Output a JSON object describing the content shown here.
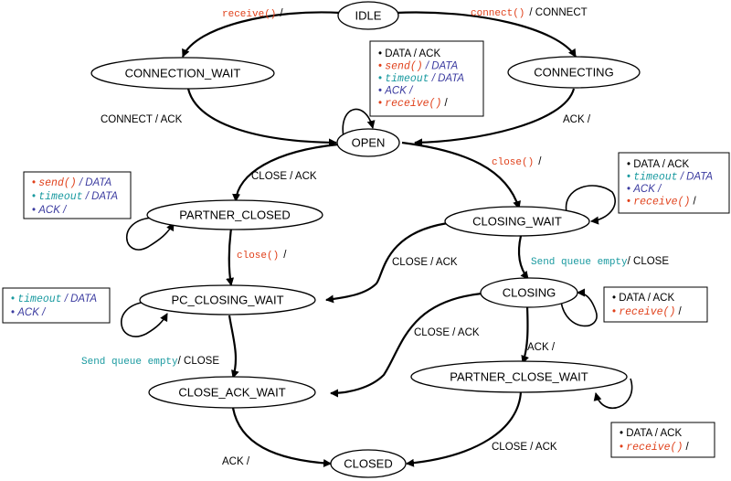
{
  "colors": {
    "red": "#e0401a",
    "blue": "#3c3ca0",
    "teal": "#1a9aa0",
    "black": "#000000"
  },
  "states": {
    "idle": "IDLE",
    "connection_wait": "CONNECTION_WAIT",
    "connecting": "CONNECTING",
    "open": "OPEN",
    "partner_closed": "PARTNER_CLOSED",
    "closing_wait": "CLOSING_WAIT",
    "pc_closing_wait": "PC_CLOSING_WAIT",
    "closing": "CLOSING",
    "close_ack_wait": "CLOSE_ACK_WAIT",
    "partner_close_wait": "PARTNER_CLOSE_WAIT",
    "closed": "CLOSED"
  },
  "transitions": {
    "idle_to_cw": {
      "event": "receive()",
      "action": "/"
    },
    "idle_to_connecting": {
      "event": "connect()",
      "action": "/ CONNECT"
    },
    "cw_to_open": "CONNECT / ACK",
    "connecting_to_open": "ACK /",
    "open_to_pc": "CLOSE / ACK",
    "open_to_closingwait": {
      "event": "close()",
      "action": "/"
    },
    "pc_to_pcw": {
      "event": "close()",
      "action": "/"
    },
    "closingwait_to_pcw": "CLOSE / ACK",
    "closingwait_to_closing": {
      "event": "Send queue empty",
      "action": "/ CLOSE"
    },
    "pcw_to_caw": {
      "event": "Send queue empty",
      "action": "/ CLOSE"
    },
    "closing_to_caw": "CLOSE / ACK",
    "closing_to_pclosew": "ACK /",
    "caw_to_closed": "ACK /",
    "pclosew_to_closed": "CLOSE / ACK"
  },
  "boxes": {
    "open_box": [
      {
        "bullet": "•",
        "text": "DATA / ACK",
        "color": "black",
        "font": "sans"
      },
      {
        "bullet": "•",
        "text": "send()",
        "tail": " / DATA",
        "color": "red",
        "font": "mono"
      },
      {
        "bullet": "•",
        "text": "timeout",
        "tail": " / DATA",
        "color": "teal",
        "font": "mono"
      },
      {
        "bullet": "•",
        "text": "ACK /",
        "color": "blue",
        "font": "sans-italic"
      },
      {
        "bullet": "•",
        "text": "receive()",
        "tail": "  /",
        "color": "red",
        "font": "mono"
      }
    ],
    "closing_wait_box": [
      {
        "bullet": "•",
        "text": "DATA / ACK",
        "color": "black",
        "font": "sans"
      },
      {
        "bullet": "•",
        "text": "timeout",
        "tail": " / DATA",
        "color": "teal",
        "font": "mono"
      },
      {
        "bullet": "•",
        "text": "ACK /",
        "color": "blue",
        "font": "sans-italic"
      },
      {
        "bullet": "•",
        "text": "receive()",
        "tail": "  /",
        "color": "red",
        "font": "mono"
      }
    ],
    "partner_closed_box": [
      {
        "bullet": "•",
        "text": "send()",
        "tail": " / DATA",
        "color": "red",
        "font": "mono"
      },
      {
        "bullet": "•",
        "text": "timeout",
        "tail": " / DATA",
        "color": "teal",
        "font": "mono"
      },
      {
        "bullet": "•",
        "text": "ACK /",
        "color": "blue",
        "font": "sans-italic"
      }
    ],
    "pc_closing_wait_box": [
      {
        "bullet": "•",
        "text": "timeout",
        "tail": " / DATA",
        "color": "teal",
        "font": "mono"
      },
      {
        "bullet": "•",
        "text": "ACK /",
        "color": "blue",
        "font": "sans-italic"
      }
    ],
    "closing_box": [
      {
        "bullet": "•",
        "text": "DATA / ACK",
        "color": "black",
        "font": "sans"
      },
      {
        "bullet": "•",
        "text": "receive()",
        "tail": "  /",
        "color": "red",
        "font": "mono"
      }
    ],
    "partner_close_wait_box": [
      {
        "bullet": "•",
        "text": "DATA / ACK",
        "color": "black",
        "font": "sans"
      },
      {
        "bullet": "•",
        "text": "receive()",
        "tail": "  /",
        "color": "red",
        "font": "mono"
      }
    ]
  }
}
